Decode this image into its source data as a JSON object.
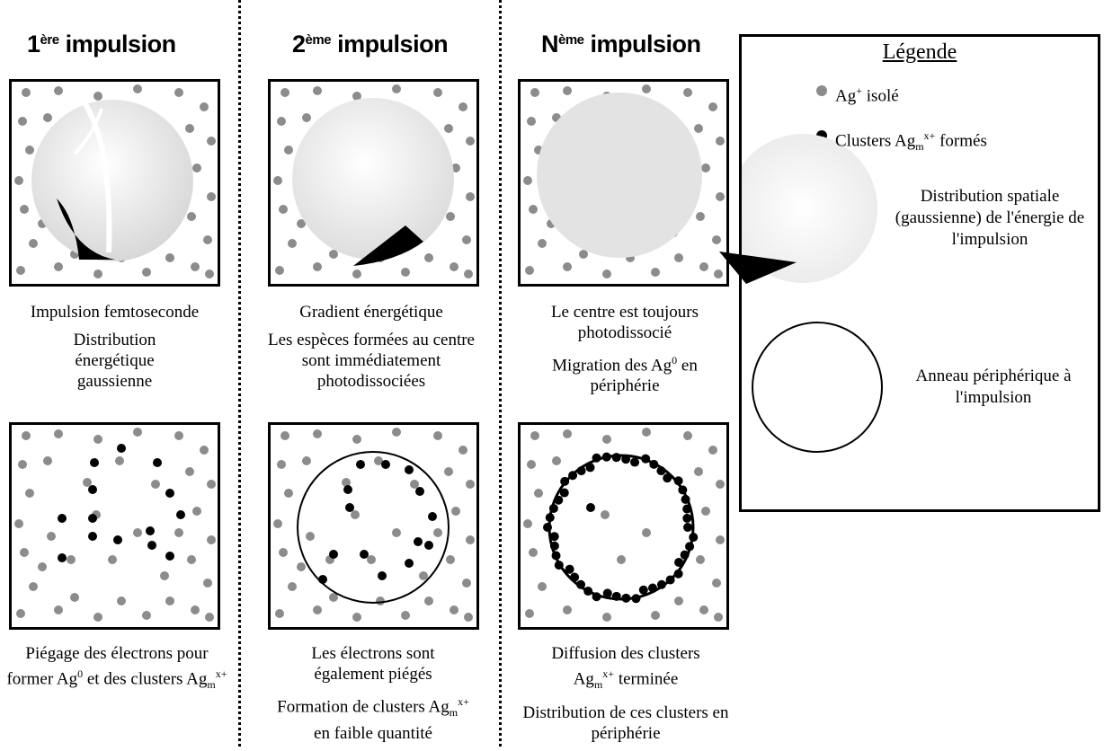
{
  "columns": [
    {
      "heading_main": "1",
      "heading_sup": "ère",
      "heading_rest": " impulsion"
    },
    {
      "heading_main": "2",
      "heading_sup": "ème",
      "heading_rest": " impulsion"
    },
    {
      "heading_main": "N",
      "heading_sup": "ème",
      "heading_rest": " impulsion"
    }
  ],
  "captions_top": [
    {
      "line1": "Impulsion femtoseconde",
      "line2": "Distribution énergétique gaussienne"
    },
    {
      "line1": "Gradient énergétique",
      "line2": "Les espèces formées au centre sont immédiatement photodissociées"
    },
    {
      "line1": "Le centre est toujours photodissocié",
      "line2a": "Migration des Ag",
      "line2_sup": "0",
      "line2b": " en périphérie"
    }
  ],
  "captions_bottom": [
    {
      "a": "Piégage des électrons pour former Ag",
      "sup": "0",
      "b": " et des clusters Ag",
      "sub": "m",
      "sup2": "x+"
    },
    {
      "line1": "Les électrons sont également piégés",
      "line2a": "Formation de clusters Ag",
      "line2_sub": "m",
      "line2_sup": "x+",
      "line2b": " en faible quantité"
    },
    {
      "line1a": "Diffusion des clusters Ag",
      "line1_sub": "m",
      "line1_sup": "x+",
      "line1b": " terminée",
      "line2": "Distribution de ces clusters en périphérie"
    }
  ],
  "legend": {
    "title": "Légende",
    "item1_a": "Ag",
    "item1_sup": "+",
    "item1_b": " isolé",
    "item2_a": "Clusters Ag",
    "item2_sub": "m",
    "item2_sup": "x+",
    "item2_b": " formés",
    "item3": "Distribution spatiale (gaussienne) de l'énergie de l'impulsion",
    "item4": "Anneau périphérique à l'impulsion"
  },
  "colors": {
    "ion": "#8c8c8c",
    "cluster": "#000000",
    "pulse": "#e6e6e6"
  }
}
